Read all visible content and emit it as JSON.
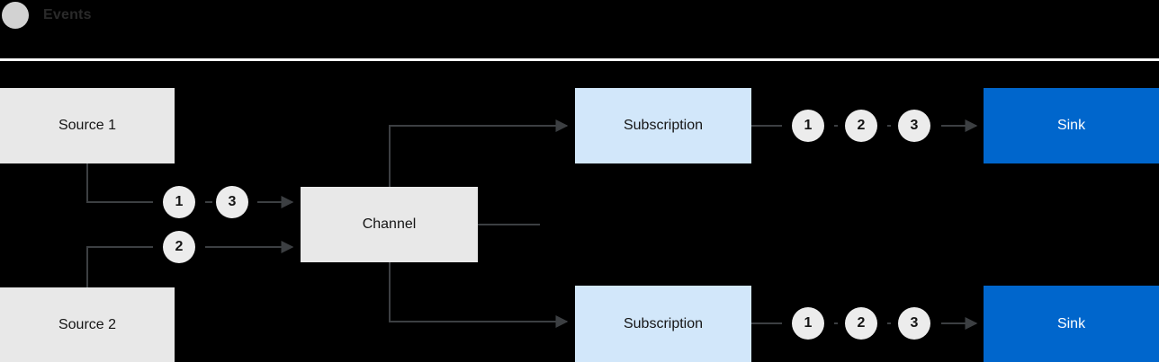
{
  "legend": {
    "dot_icon": "event-dot-icon",
    "label": "Events"
  },
  "colors": {
    "background": "#000000",
    "source_box": "#e8e8e8",
    "channel_box": "#e8e8e8",
    "subscription_box": "#d2e7fa",
    "sink_box": "#0066cc",
    "badge": "#ececec",
    "connector": "#3c3f42",
    "divider": "#ffffff"
  },
  "nodes": {
    "source1": "Source 1",
    "source2": "Source 2",
    "channel": "Channel",
    "subscription_top": "Subscription",
    "subscription_bottom": "Subscription",
    "sink_top": "Sink",
    "sink_bottom": "Sink"
  },
  "badges": {
    "channel_in_upper": "1",
    "channel_in_upper_second": "3",
    "channel_in_lower": "2",
    "sink_top": [
      "1",
      "2",
      "3"
    ],
    "sink_bottom": [
      "1",
      "2",
      "3"
    ]
  }
}
